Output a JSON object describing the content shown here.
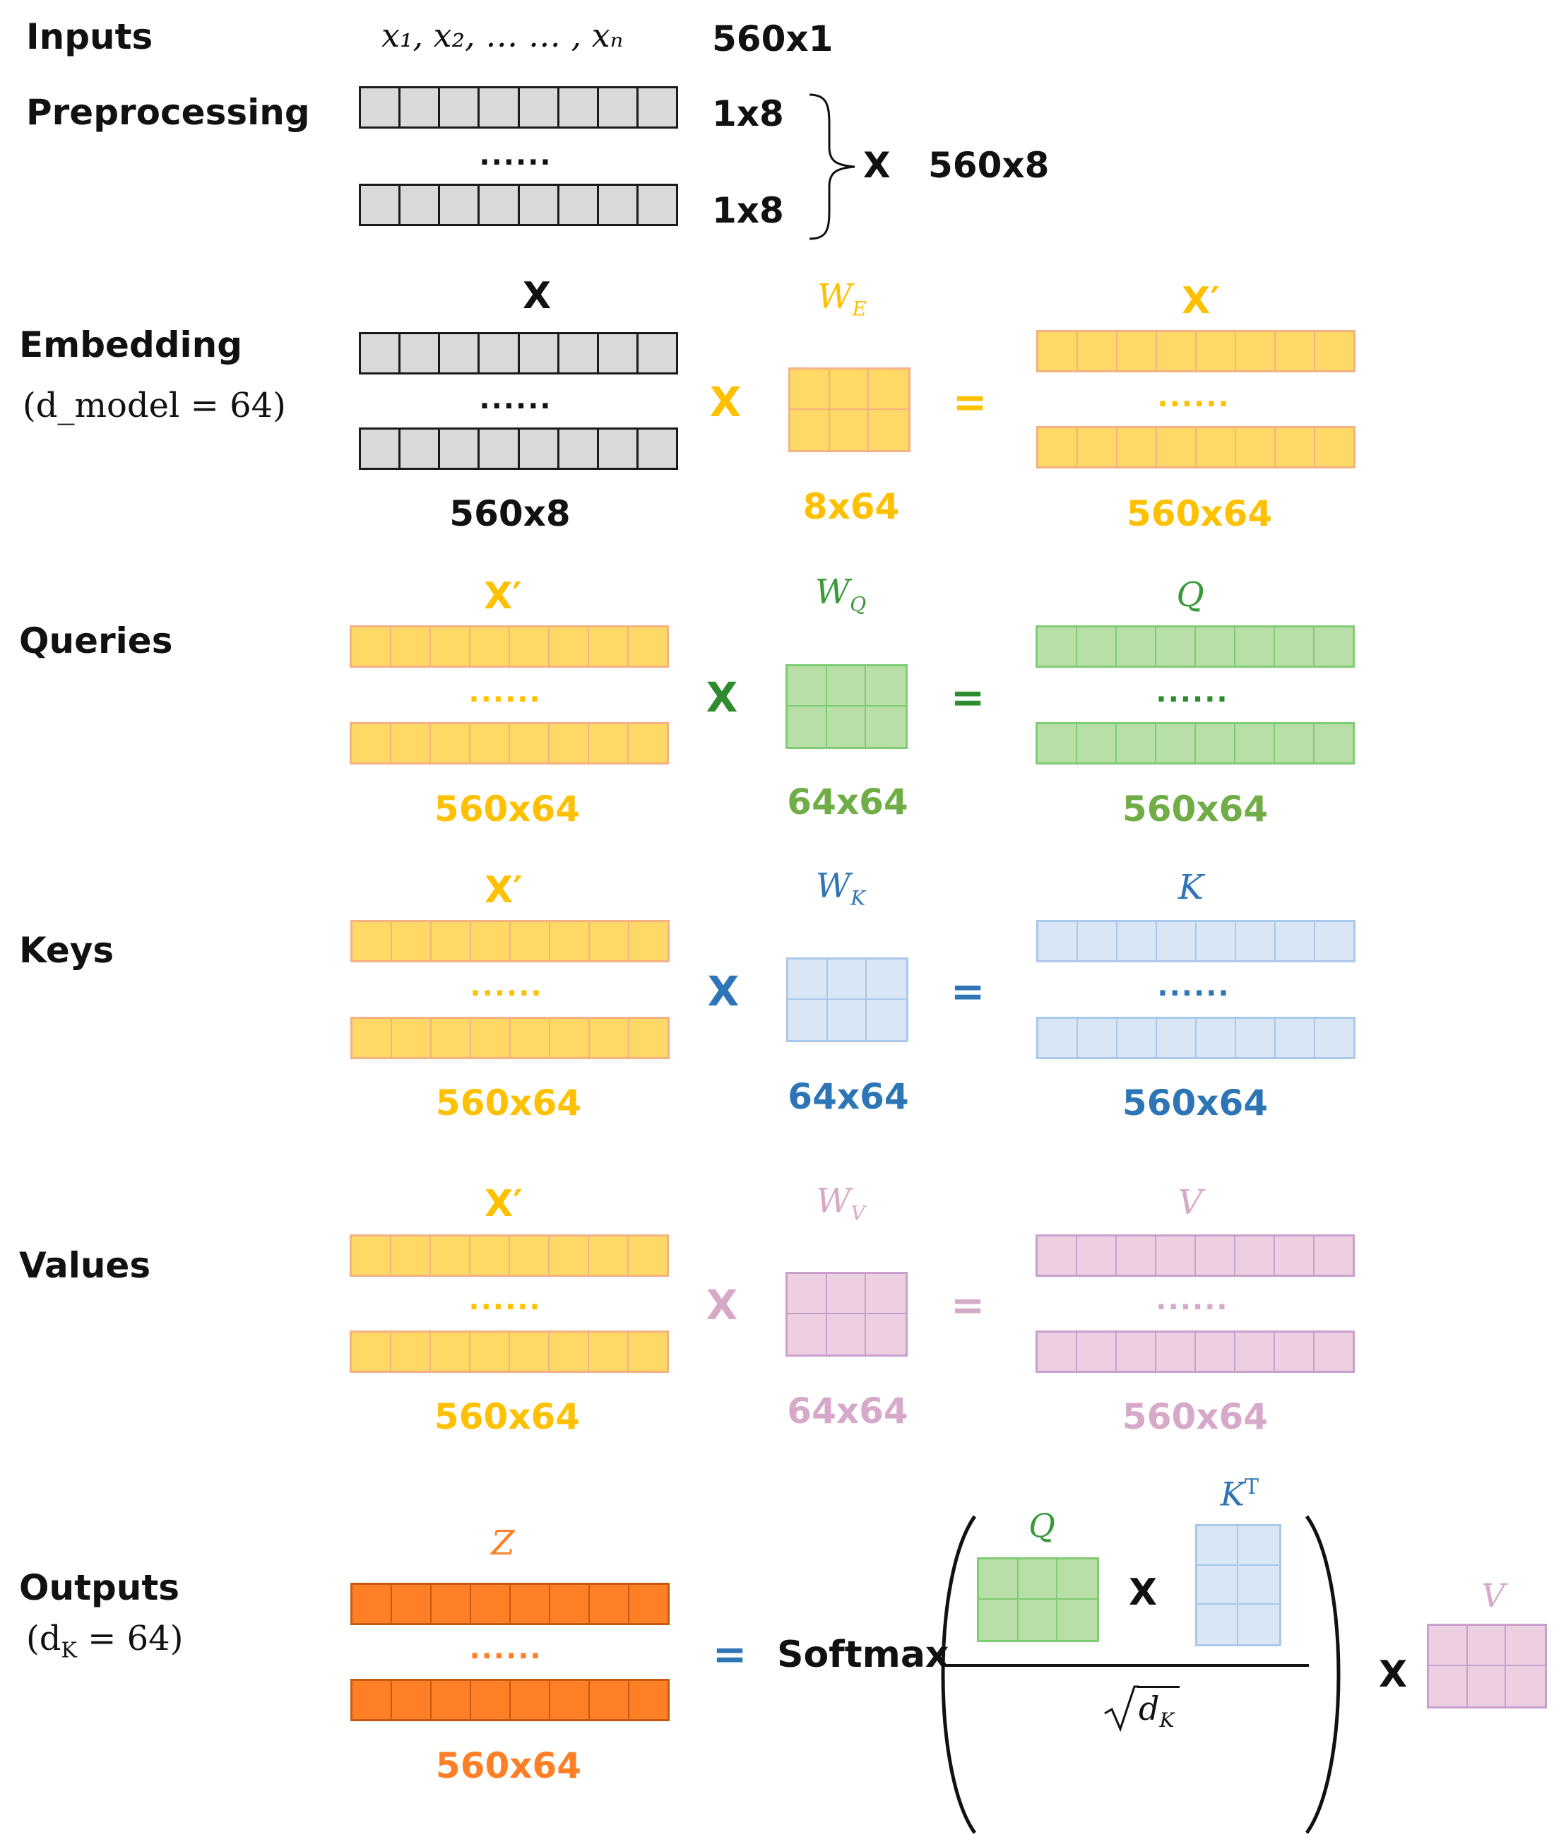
{
  "colors": {
    "gray_fill": "#d9d9d9",
    "gray_line": "#1a1a1a",
    "yellow_fill": "#ffd966",
    "yellow_line": "#f4b183",
    "yellow_text": "#ffc000",
    "green_fill": "#b8dfa7",
    "green_line": "#7fcc74",
    "green_text": "#70ad47",
    "green_op": "#2e8b2e",
    "blue_fill": "#d9e6f5",
    "blue_line": "#a9c8ea",
    "blue_text": "#2e75b6",
    "pink_fill": "#ecd0e1",
    "pink_line": "#c9a0cc",
    "pink_text": "#d7a9c8",
    "orange_fill": "#ff7f27",
    "orange_line": "#c55a11",
    "orange_text": "#ff7f27"
  },
  "inputs": {
    "label": "Inputs",
    "sequence": "x₁, x₂, … … , xₙ",
    "dim": "560x1"
  },
  "preprocessing": {
    "label": "Preprocessing",
    "row_dim_top": "1x8",
    "row_dim_bottom": "1x8",
    "dots": "......",
    "result_symbol": "X",
    "result_dim": "560x8"
  },
  "embedding": {
    "label": "Embedding",
    "param": "(d_model = 64)",
    "input_title": "X",
    "input_dim": "560x8",
    "operator": "X",
    "weight_title": "W",
    "weight_sub": "E",
    "weight_dim": "8x64",
    "equals": "=",
    "output_title": "X′",
    "output_dim": "560x64",
    "dots": "......"
  },
  "queries": {
    "label": "Queries",
    "input_title": "X′",
    "input_dim": "560x64",
    "operator": "X",
    "weight_title": "W",
    "weight_sub": "Q",
    "weight_dim": "64x64",
    "equals": "=",
    "output_title": "Q",
    "output_dim": "560x64",
    "dots": "......"
  },
  "keys": {
    "label": "Keys",
    "input_title": "X′",
    "input_dim": "560x64",
    "operator": "X",
    "weight_title": "W",
    "weight_sub": "K",
    "weight_dim": "64x64",
    "equals": "=",
    "output_title": "K",
    "output_dim": "560x64",
    "dots": "......"
  },
  "values": {
    "label": "Values",
    "input_title": "X′",
    "input_dim": "560x64",
    "operator": "X",
    "weight_title": "W",
    "weight_sub": "V",
    "weight_dim": "64x64",
    "equals": "=",
    "output_title": "V",
    "output_dim": "560x64",
    "dots": "......"
  },
  "outputs": {
    "label": "Outputs",
    "param_open": "(d",
    "param_sub": "K",
    "param_close": " = 64)",
    "output_title": "Z",
    "output_dim": "560x64",
    "dots": "......",
    "equals": "=",
    "softmax": "Softmax",
    "q_title": "Q",
    "times": "X",
    "k_title": "K",
    "k_sup": "T",
    "denominator_d": "d",
    "denominator_sub": "K",
    "times_v": "X",
    "v_title": "V"
  }
}
